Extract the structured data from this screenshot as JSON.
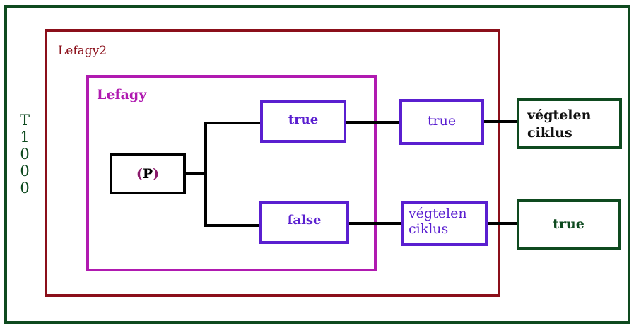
{
  "outer": {
    "label_letters": [
      "T",
      "1",
      "0",
      "0",
      "0"
    ]
  },
  "lefagy2": {
    "label": "Lefagy2"
  },
  "lefagy": {
    "label": "Lefagy"
  },
  "p_node": {
    "open": "(",
    "p": "P",
    "close": ")"
  },
  "inner_true": {
    "label": "true"
  },
  "inner_false": {
    "label": "false"
  },
  "mid_true": {
    "label": "true"
  },
  "mid_infinite": {
    "line1": "végtelen",
    "line2": "ciklus"
  },
  "right_infinite": {
    "line1": "végtelen",
    "line2": "ciklus"
  },
  "right_true": {
    "label": "true"
  },
  "colors": {
    "outer": "#0e4a1f",
    "lefagy2": "#8b0f1a",
    "lefagy": "#b01ab0",
    "inner_box": "#5a1fd0",
    "p_text": "#8b1a6b",
    "black": "#000000"
  }
}
